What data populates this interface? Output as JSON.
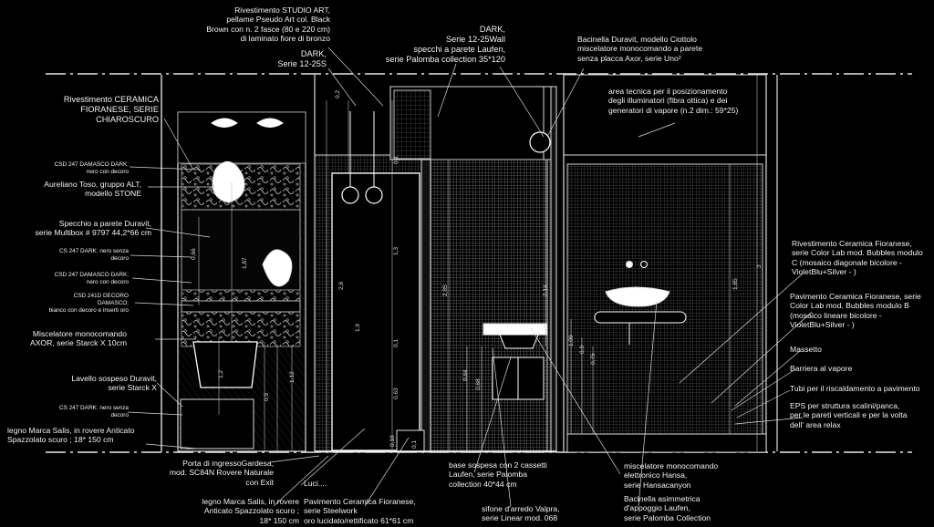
{
  "labels": {
    "studio_art": [
      "Rivestimento STUDIO ART,",
      "pellame Pseudo Art col. Black",
      "Brown con n. 2 fasce (80 e 220 cm)",
      "di laminato fiore di bronzo"
    ],
    "dark_12_25s": [
      "DARK,",
      "Serie 12-25S"
    ],
    "dark_wall": [
      "DARK,",
      "Serie 12-25Wall",
      "specchi a parete  Laufen,",
      "serie Palomba collection 35*120"
    ],
    "bacinella_duravit": [
      "Bacinella Duravit, modello Ciottolo",
      "miscelatore monocomando a parete",
      "senza placca  Axor, serie Uno²"
    ],
    "area_tecnica": [
      "area tecnica per il posizionamento",
      "degli illuminatori (fibra ottica) e dei",
      "generatori di vapore (n.2 dim.: 59*25)"
    ],
    "ceramica_fioranese": [
      "Rivestimento CERAMICA",
      "FIORANESE, SERIE",
      "CHIAROSCURO"
    ],
    "csd247_a": [
      "CSD 247 DAMASCO DARK:",
      "nero con decoro"
    ],
    "aureliano": [
      "Aureliano Toso, gruppo ALT,",
      "modello STONE"
    ],
    "specchio": [
      "Specchio a parete Duravit,",
      "serie Multibox # 9797 44,2*66 cm"
    ],
    "cs247_a": [
      "CS 247 DARK: nero senza",
      "decoro"
    ],
    "csd247_b": [
      "CSD 247 DAMASCO DARK:",
      "nero con decoro"
    ],
    "csd241": [
      "CSD 241D DECORO",
      "DAMASCO:",
      "bianco con decoro e inserti oro"
    ],
    "miscelatore_axor": [
      "Miscelatore monocomando",
      "AXOR, serie Starck X 10cm"
    ],
    "lavello": [
      "Lavello sospeso Duravit,",
      "serie Starck X"
    ],
    "cs247_b": [
      "CS 247 DARK: nero senza",
      "decoro"
    ],
    "legno_1": [
      "legno Marca Salis, in rovere Anticato",
      "Spazzolato scuro ; 18* 150 cm"
    ],
    "porta": [
      "Porta di ingressoGardesa,",
      "mod. SC84N Rovere Naturale",
      "con Exit"
    ],
    "legno_2": [
      "legno Marca Salis, in rovere",
      "Anticato Spazzolato scuro ;",
      "18* 150 cm"
    ],
    "luci": [
      "Luci...."
    ],
    "pavimento_steelwork": [
      "Pavimento Ceramica Fioranese,",
      "serie Steelwork",
      "oro lucidato/rettificato 61*61 cm"
    ],
    "base_sospesa": [
      "base sospesa con 2 cassetti",
      "Laufen, serie Palomba",
      "collection 40*44 cm"
    ],
    "sifone": [
      "sifone d'arredo  Valpra,",
      "serie Linear mod. 068"
    ],
    "miscelatore_hansa": [
      "miscelatore monocomando",
      "elettronico Hansa,",
      "serie Hansacanyon"
    ],
    "bacinella_asim": [
      "Bacinella asimmetrica",
      "d'appoggio Laufen,",
      "serie Palomba Collection"
    ],
    "riv_bubbles_c": [
      "Rivestimento Ceramica Fioranese,",
      "serie Color Lab mod. Bubbles modulo",
      "C (mosaico diagonale bicolore -",
      "VioletBlu+Silver - )"
    ],
    "pav_bubbles_b": [
      "Pavimento Ceramica Fioranese, serie",
      "Color Lab mod. Bubbles modulo B",
      "(mosaico lineare bicolore -",
      "VioletBlu+Silver - )"
    ],
    "massetto": [
      "Massetto"
    ],
    "barriera": [
      "Barriera al vapore"
    ],
    "tubi": [
      "Tubi per il riscaldamento a pavimento"
    ],
    "eps": [
      "EPS per struttura scalini/panca,",
      "per le pareti verticali e per la volta",
      "dell' area relax"
    ]
  },
  "dimensions": {
    "d_0_2": "0,2",
    "d_0_1_top": "0,1",
    "d_0_66": "0,66",
    "d_1_87": "1,87",
    "d_2_8": "2,8",
    "d_1_3": "1,3",
    "d_2_85": "2,85",
    "d_2_14": "2,14",
    "d_1_9": "1,9",
    "d_0_1_mid": "0,1",
    "d_1_2": "1,2",
    "d_0_9": "0,9",
    "d_1_12": "1,12",
    "d_0_84": "0,84",
    "d_0_68": "0,68",
    "d_0_63": "0,63",
    "d_1_85": "1,85",
    "d_1_09": "1,09",
    "d_0_9b": "0,9",
    "d_0_75": "0,75",
    "d_0_18": "0,18",
    "d_0_1_bot": "0,1",
    "d_3": "3"
  }
}
